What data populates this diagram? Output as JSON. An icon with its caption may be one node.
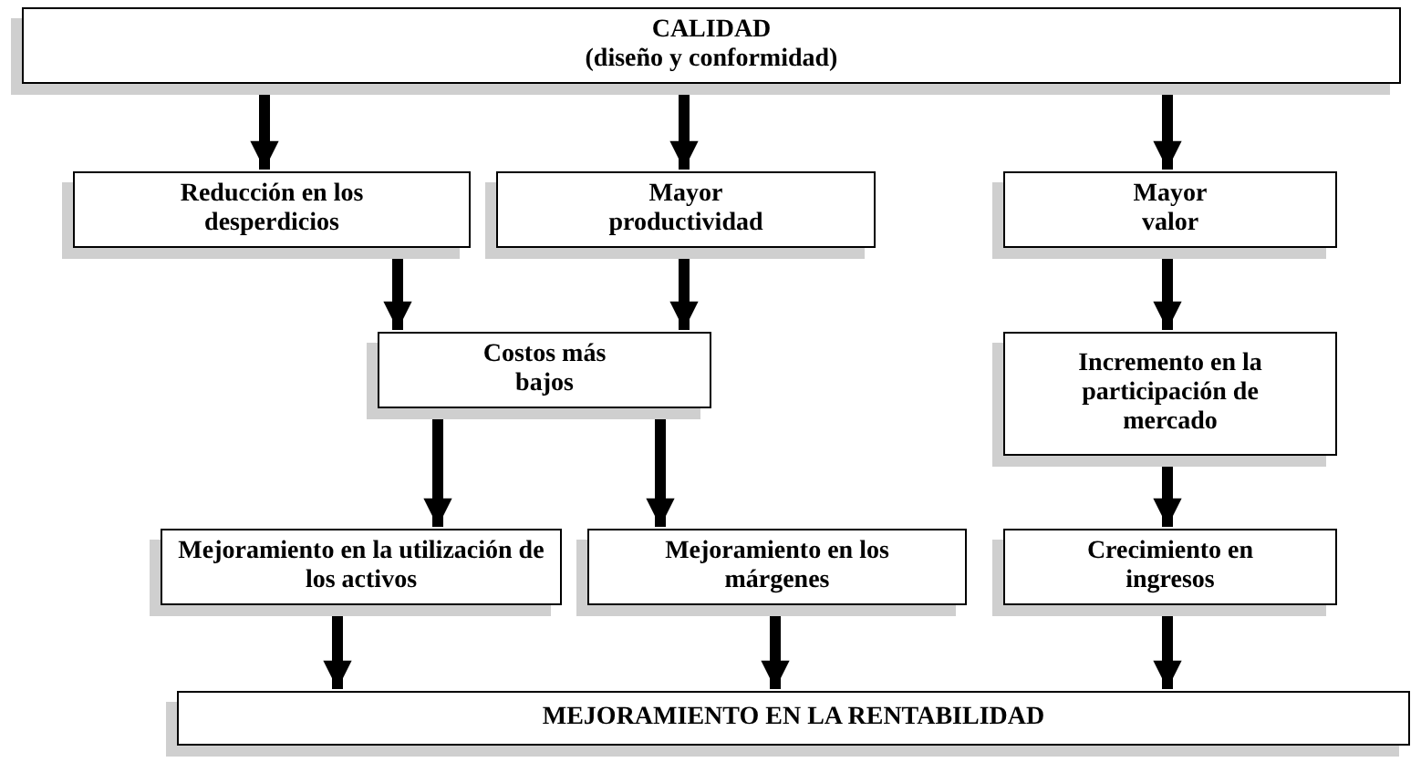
{
  "diagram": {
    "nodes": [
      {
        "text": [
          "CALIDAD",
          "(diseño y conformidad)"
        ]
      },
      {
        "text": [
          "Reducción en los desperdicios"
        ]
      },
      {
        "text": [
          "Mayor productividad"
        ]
      },
      {
        "text": [
          "Mayor valor"
        ]
      },
      {
        "text": [
          "Costos más bajos"
        ]
      },
      {
        "text": [
          "Incremento en la participación de mercado"
        ]
      },
      {
        "text": [
          "Mejoramiento en la utilización de los activos"
        ]
      },
      {
        "text": [
          "Mejoramiento en los márgenes"
        ]
      },
      {
        "text": [
          "Crecimiento en ingresos"
        ]
      },
      {
        "text": [
          "MEJORAMIENTO EN LA RENTABILIDAD"
        ]
      }
    ],
    "edges": [
      {
        "from": 0,
        "to": 1,
        "arrow": "to"
      },
      {
        "from": 0,
        "to": 2,
        "arrow": "to"
      },
      {
        "from": 0,
        "to": 3,
        "arrow": "to"
      },
      {
        "from": 1,
        "to": 4,
        "arrow": "to"
      },
      {
        "from": 2,
        "to": 4,
        "arrow": "to"
      },
      {
        "from": 3,
        "to": 5,
        "arrow": "to"
      },
      {
        "from": 4,
        "to": 6,
        "arrow": "to"
      },
      {
        "from": 4,
        "to": 7,
        "arrow": "to"
      },
      {
        "from": 5,
        "to": 8,
        "arrow": "to"
      },
      {
        "from": 6,
        "to": 9,
        "arrow": "to"
      },
      {
        "from": 7,
        "to": 9,
        "arrow": "to"
      },
      {
        "from": 8,
        "to": 9,
        "arrow": "to"
      }
    ]
  }
}
